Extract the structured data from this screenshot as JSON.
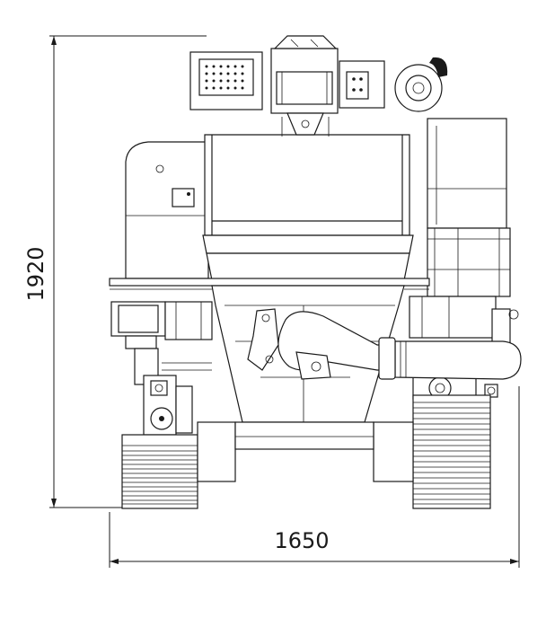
{
  "drawing": {
    "view": "front elevation",
    "colors": {
      "line": "#1a1a1a",
      "background": "#ffffff"
    }
  },
  "dimensions": {
    "height_label": "1920",
    "width_label": "1650"
  }
}
